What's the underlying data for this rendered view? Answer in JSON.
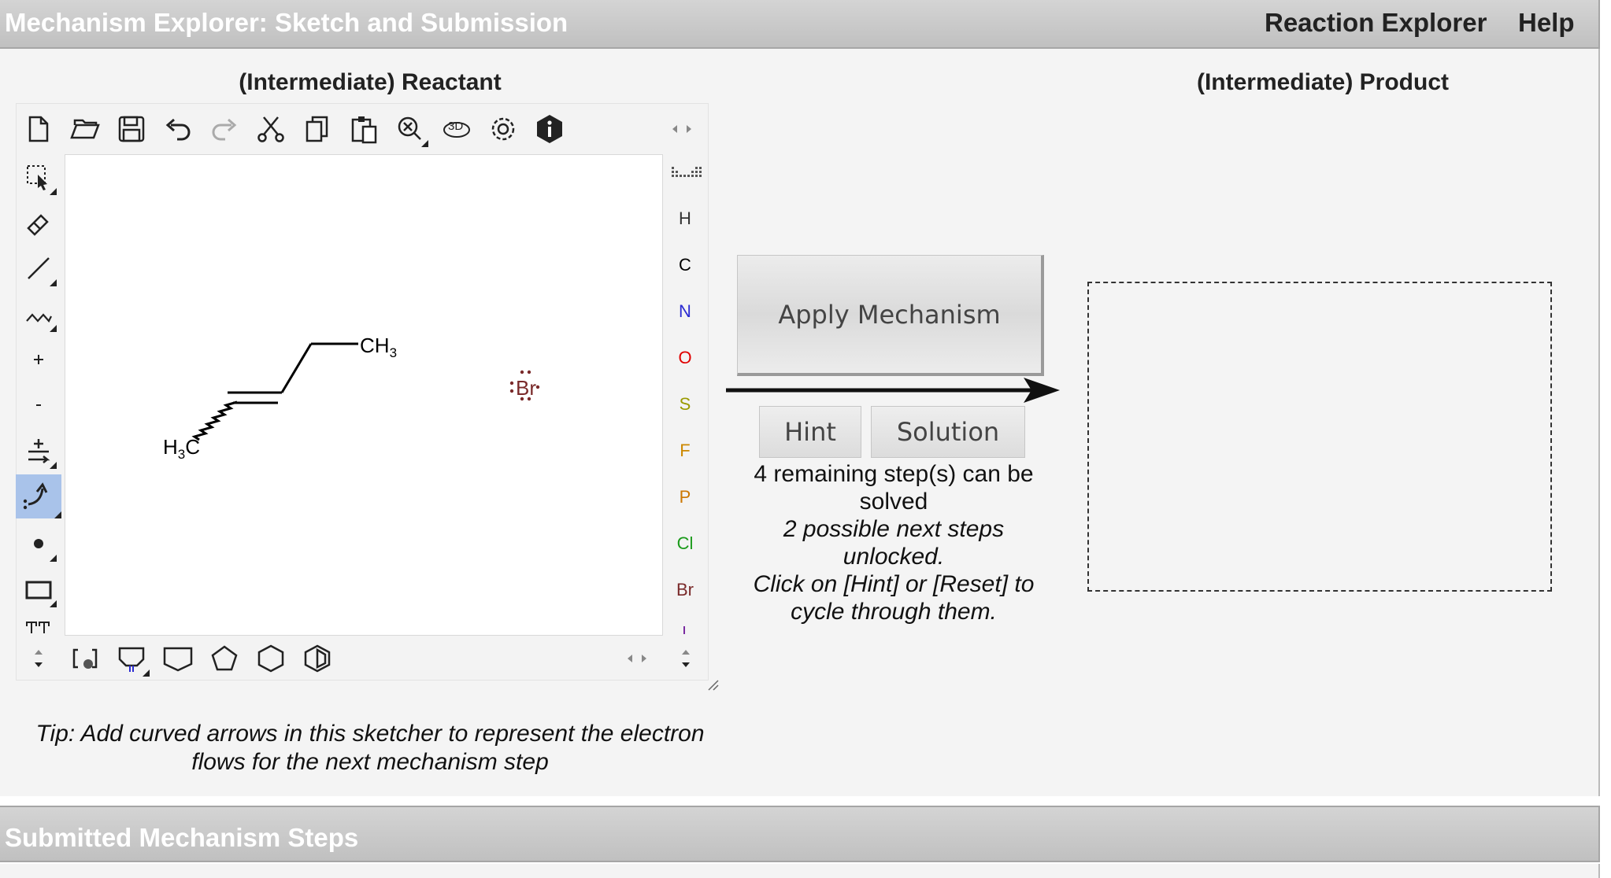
{
  "header": {
    "title": "Mechanism Explorer: Sketch and Submission",
    "links": [
      "Reaction Explorer",
      "Help"
    ]
  },
  "reactant": {
    "title": "(Intermediate) Reactant"
  },
  "product": {
    "title": "(Intermediate) Product"
  },
  "sketcher": {
    "top_toolbar": [
      "new-document-icon",
      "open-icon",
      "save-icon",
      "undo-icon",
      "redo-icon",
      "cut-icon",
      "copy-icon",
      "paste-icon",
      "zoom-icon",
      "3d-icon",
      "settings-icon",
      "info-icon"
    ],
    "left_toolbar": [
      "select-icon",
      "eraser-icon",
      "bond-icon",
      "chain-icon",
      "charge-plus-icon",
      "charge-minus-icon",
      "charge-plus-minus-icon",
      "curved-arrow-icon",
      "radical-icon",
      "rectangle-icon",
      "text-icon"
    ],
    "selected_tool": "curved-arrow-icon",
    "elements": [
      {
        "symbol": "H",
        "color": "#333333"
      },
      {
        "symbol": "C",
        "color": "#000000"
      },
      {
        "symbol": "N",
        "color": "#2b2bd1"
      },
      {
        "symbol": "O",
        "color": "#e00000"
      },
      {
        "symbol": "S",
        "color": "#9a9a00"
      },
      {
        "symbol": "F",
        "color": "#cc8800"
      },
      {
        "symbol": "P",
        "color": "#cc7700"
      },
      {
        "symbol": "Cl",
        "color": "#1a9a1a"
      },
      {
        "symbol": "Br",
        "color": "#7a2a2a"
      }
    ],
    "bottom_toolbar": [
      "spinner-icon",
      "bracket-icon",
      "template-icon",
      "cyclobutane-icon",
      "cyclopentane-icon",
      "cyclohexane-icon",
      "benzene-icon"
    ],
    "molecule": {
      "left_label": "H3C",
      "right_label": "CH3",
      "ion_label": "Br"
    }
  },
  "actions": {
    "apply": "Apply Mechanism",
    "hint": "Hint",
    "solution": "Solution"
  },
  "status": {
    "remaining": "4 remaining step(s) can be solved",
    "possible": "2 possible next steps unlocked.",
    "instruction": "Click on [Hint] or [Reset] to cycle through them."
  },
  "tip": "Tip: Add curved arrows in this sketcher to represent the electron flows for the next mechanism step",
  "submitted": {
    "title": "Submitted Mechanism Steps"
  }
}
